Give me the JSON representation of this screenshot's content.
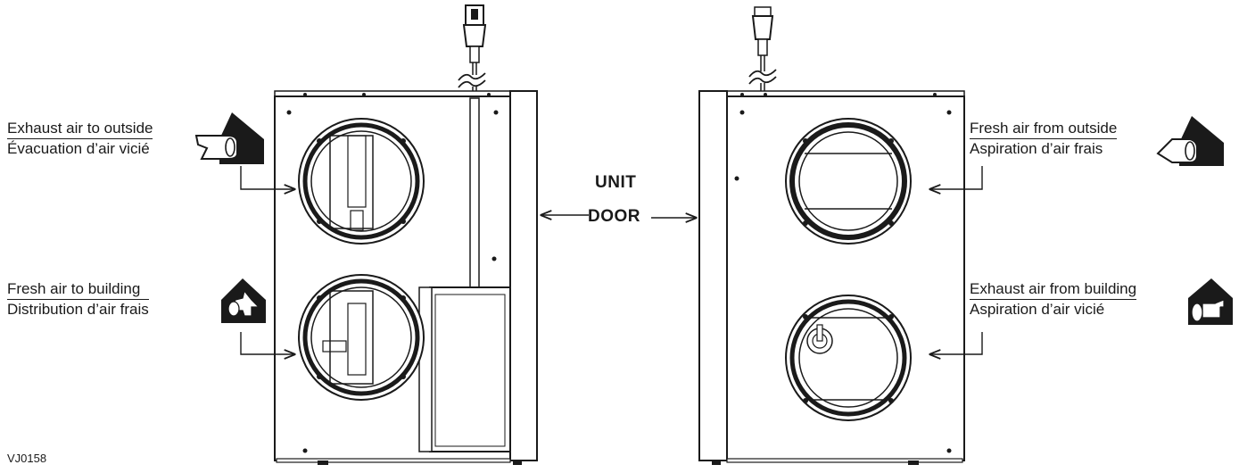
{
  "labels": {
    "exhaust_outside": {
      "en": "Exhaust air to outside",
      "fr": "Évacuation d’air vicié"
    },
    "fresh_building": {
      "en": "Fresh air to building",
      "fr": "Distribution d’air frais"
    },
    "fresh_outside": {
      "en": "Fresh air from outside",
      "fr": "Aspiration d’air frais"
    },
    "exhaust_building": {
      "en": "Exhaust air from building",
      "fr": "Aspiration d’air vicié"
    }
  },
  "center": {
    "unit": "UNIT",
    "door": "DOOR"
  },
  "figure_id": "VJ0158",
  "icons": {
    "exhaust_outside": "house-exhaust-out-icon",
    "fresh_building": "house-fresh-in-icon",
    "fresh_outside": "house-fresh-intake-icon",
    "exhaust_building": "house-exhaust-in-icon"
  },
  "colors": {
    "line": "#1a1a1a",
    "fill_dark": "#1a1a1a",
    "paper": "#ffffff"
  }
}
